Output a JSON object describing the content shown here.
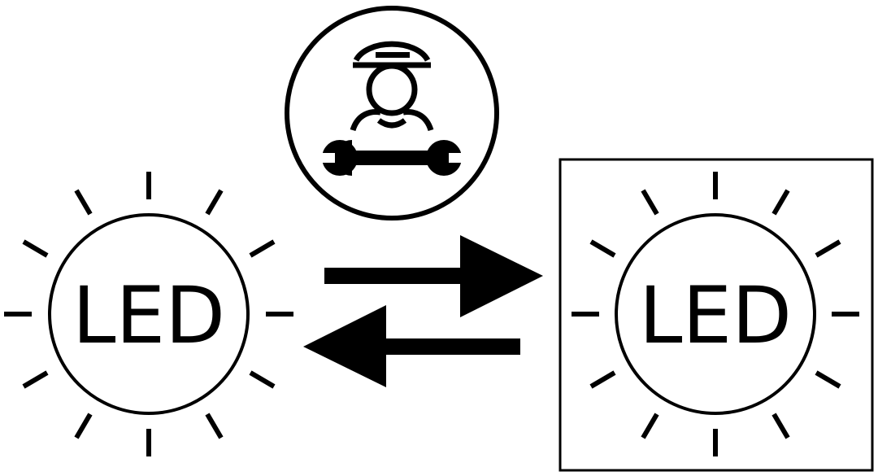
{
  "diagram": {
    "left_lamp": {
      "label": "LED",
      "icon": "led-lamp-lit-icon"
    },
    "right_lamp": {
      "label": "LED",
      "icon": "led-lamp-lit-icon",
      "enclosed": true
    },
    "technician": {
      "icon": "technician-with-wrench-icon"
    },
    "arrows": [
      {
        "icon": "arrow-right-icon",
        "direction": "right"
      },
      {
        "icon": "arrow-left-icon",
        "direction": "left"
      }
    ],
    "colors": {
      "stroke": "#000000",
      "background": "#ffffff"
    }
  }
}
